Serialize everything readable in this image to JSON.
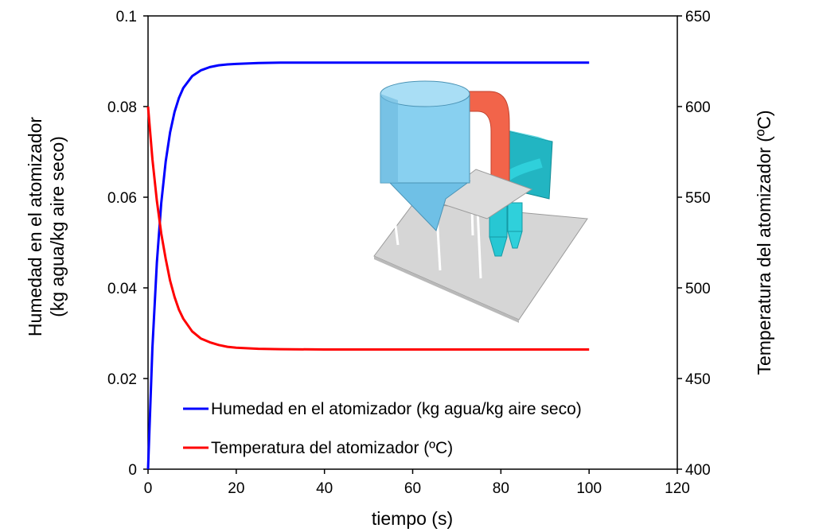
{
  "chart_data": {
    "type": "line",
    "title": "",
    "xlabel": "tiempo (s)",
    "ylabel_left": [
      "Humedad en el atomizador",
      "(kg agua/kg aire seco)"
    ],
    "ylabel_right": "Temperatura del atomizador (ºC)",
    "xlim": [
      0,
      120
    ],
    "ylim_left": [
      0,
      0.1
    ],
    "ylim_right": [
      400,
      650
    ],
    "x_ticks": [
      "0",
      "20",
      "40",
      "60",
      "80",
      "100",
      "120"
    ],
    "y_left_ticks": [
      "0",
      "0.02",
      "0.04",
      "0.06",
      "0.08",
      "0.1"
    ],
    "y_right_ticks": [
      "400",
      "450",
      "500",
      "550",
      "600",
      "650"
    ],
    "grid": false,
    "legend_position": "bottom-center",
    "series": [
      {
        "name": "Humedad en el atomizador (kg agua/kg aire seco)",
        "axis": "left",
        "color": "#0000ff",
        "x": [
          0,
          1,
          2,
          3,
          4,
          5,
          6,
          7,
          8,
          10,
          12,
          14,
          16,
          18,
          20,
          25,
          30,
          40,
          50,
          60,
          70,
          80,
          90,
          100
        ],
        "y": [
          0,
          0.0268,
          0.0456,
          0.0587,
          0.0679,
          0.0743,
          0.0788,
          0.0819,
          0.0841,
          0.0867,
          0.088,
          0.0887,
          0.0891,
          0.0893,
          0.0894,
          0.0896,
          0.0897,
          0.0897,
          0.0897,
          0.0897,
          0.0897,
          0.0897,
          0.0897,
          0.0897
        ]
      },
      {
        "name": "Temperatura del atomizador (ºC)",
        "axis": "right",
        "color": "#ff0000",
        "x": [
          0,
          1,
          2,
          3,
          4,
          5,
          6,
          7,
          8,
          10,
          12,
          14,
          16,
          18,
          20,
          25,
          30,
          40,
          50,
          60,
          70,
          80,
          90,
          100
        ],
        "y": [
          600,
          571,
          548,
          530,
          516,
          504,
          495,
          488,
          483,
          476,
          472,
          470,
          468.5,
          467.5,
          467,
          466.4,
          466.2,
          466,
          466,
          466,
          466,
          466,
          466,
          466
        ]
      }
    ]
  },
  "inset_image": {
    "name": "spray-dryer-illustration",
    "colors": {
      "chamber": "#7ec8ea",
      "duct": "#f0644a",
      "cyclone": "#20c4d0",
      "platform": "#d3d3d3"
    }
  }
}
